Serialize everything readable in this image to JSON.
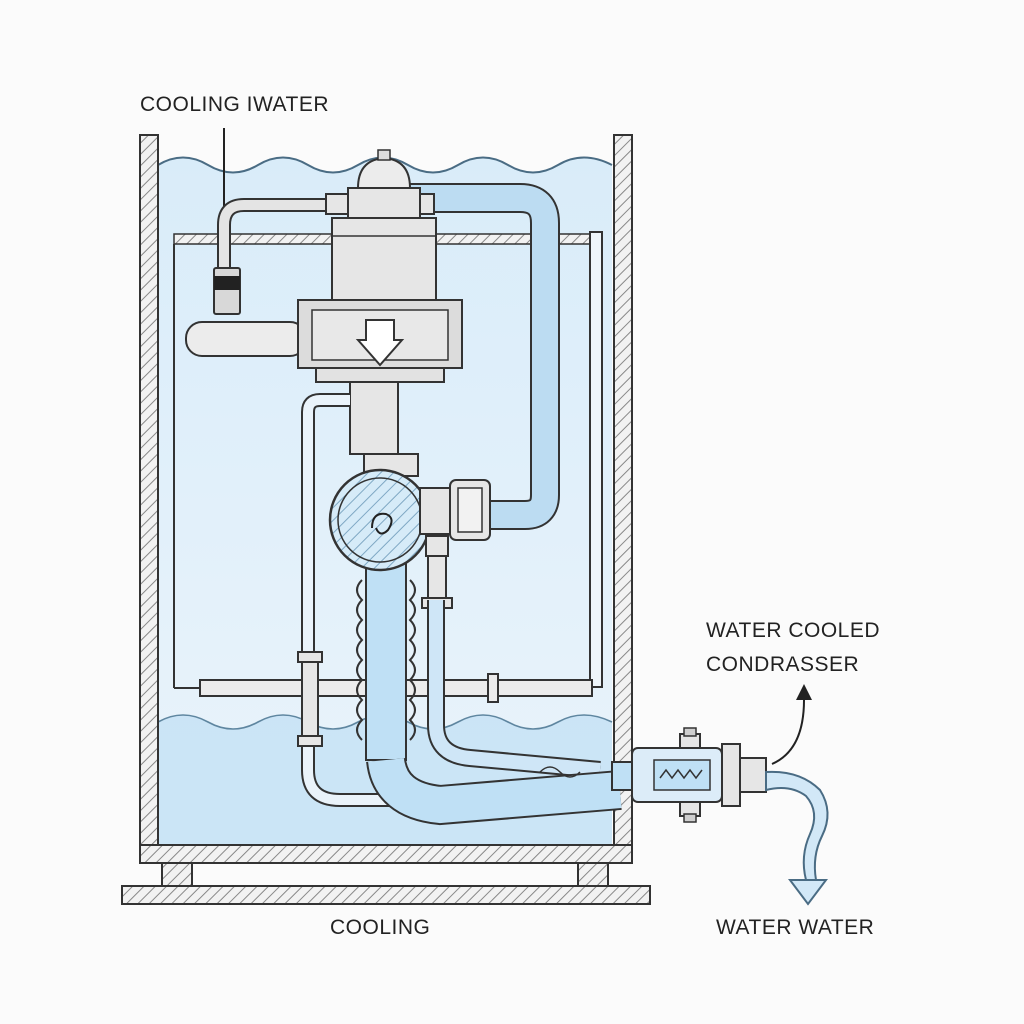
{
  "labels": {
    "top": "COOLING IWATER",
    "right_line1": "WATER COOLED",
    "right_line2": "CONDRASSER",
    "bottom": "COOLING",
    "outlet": "WATER WATER"
  },
  "colors": {
    "background": "#fbfbfb",
    "water_light": "#e4f1fb",
    "water": "#cfe6f7",
    "water_deep": "#bfe0f5",
    "outline": "#333333",
    "metal": "#e6e6e6",
    "metal_dark": "#cfcfcf"
  }
}
